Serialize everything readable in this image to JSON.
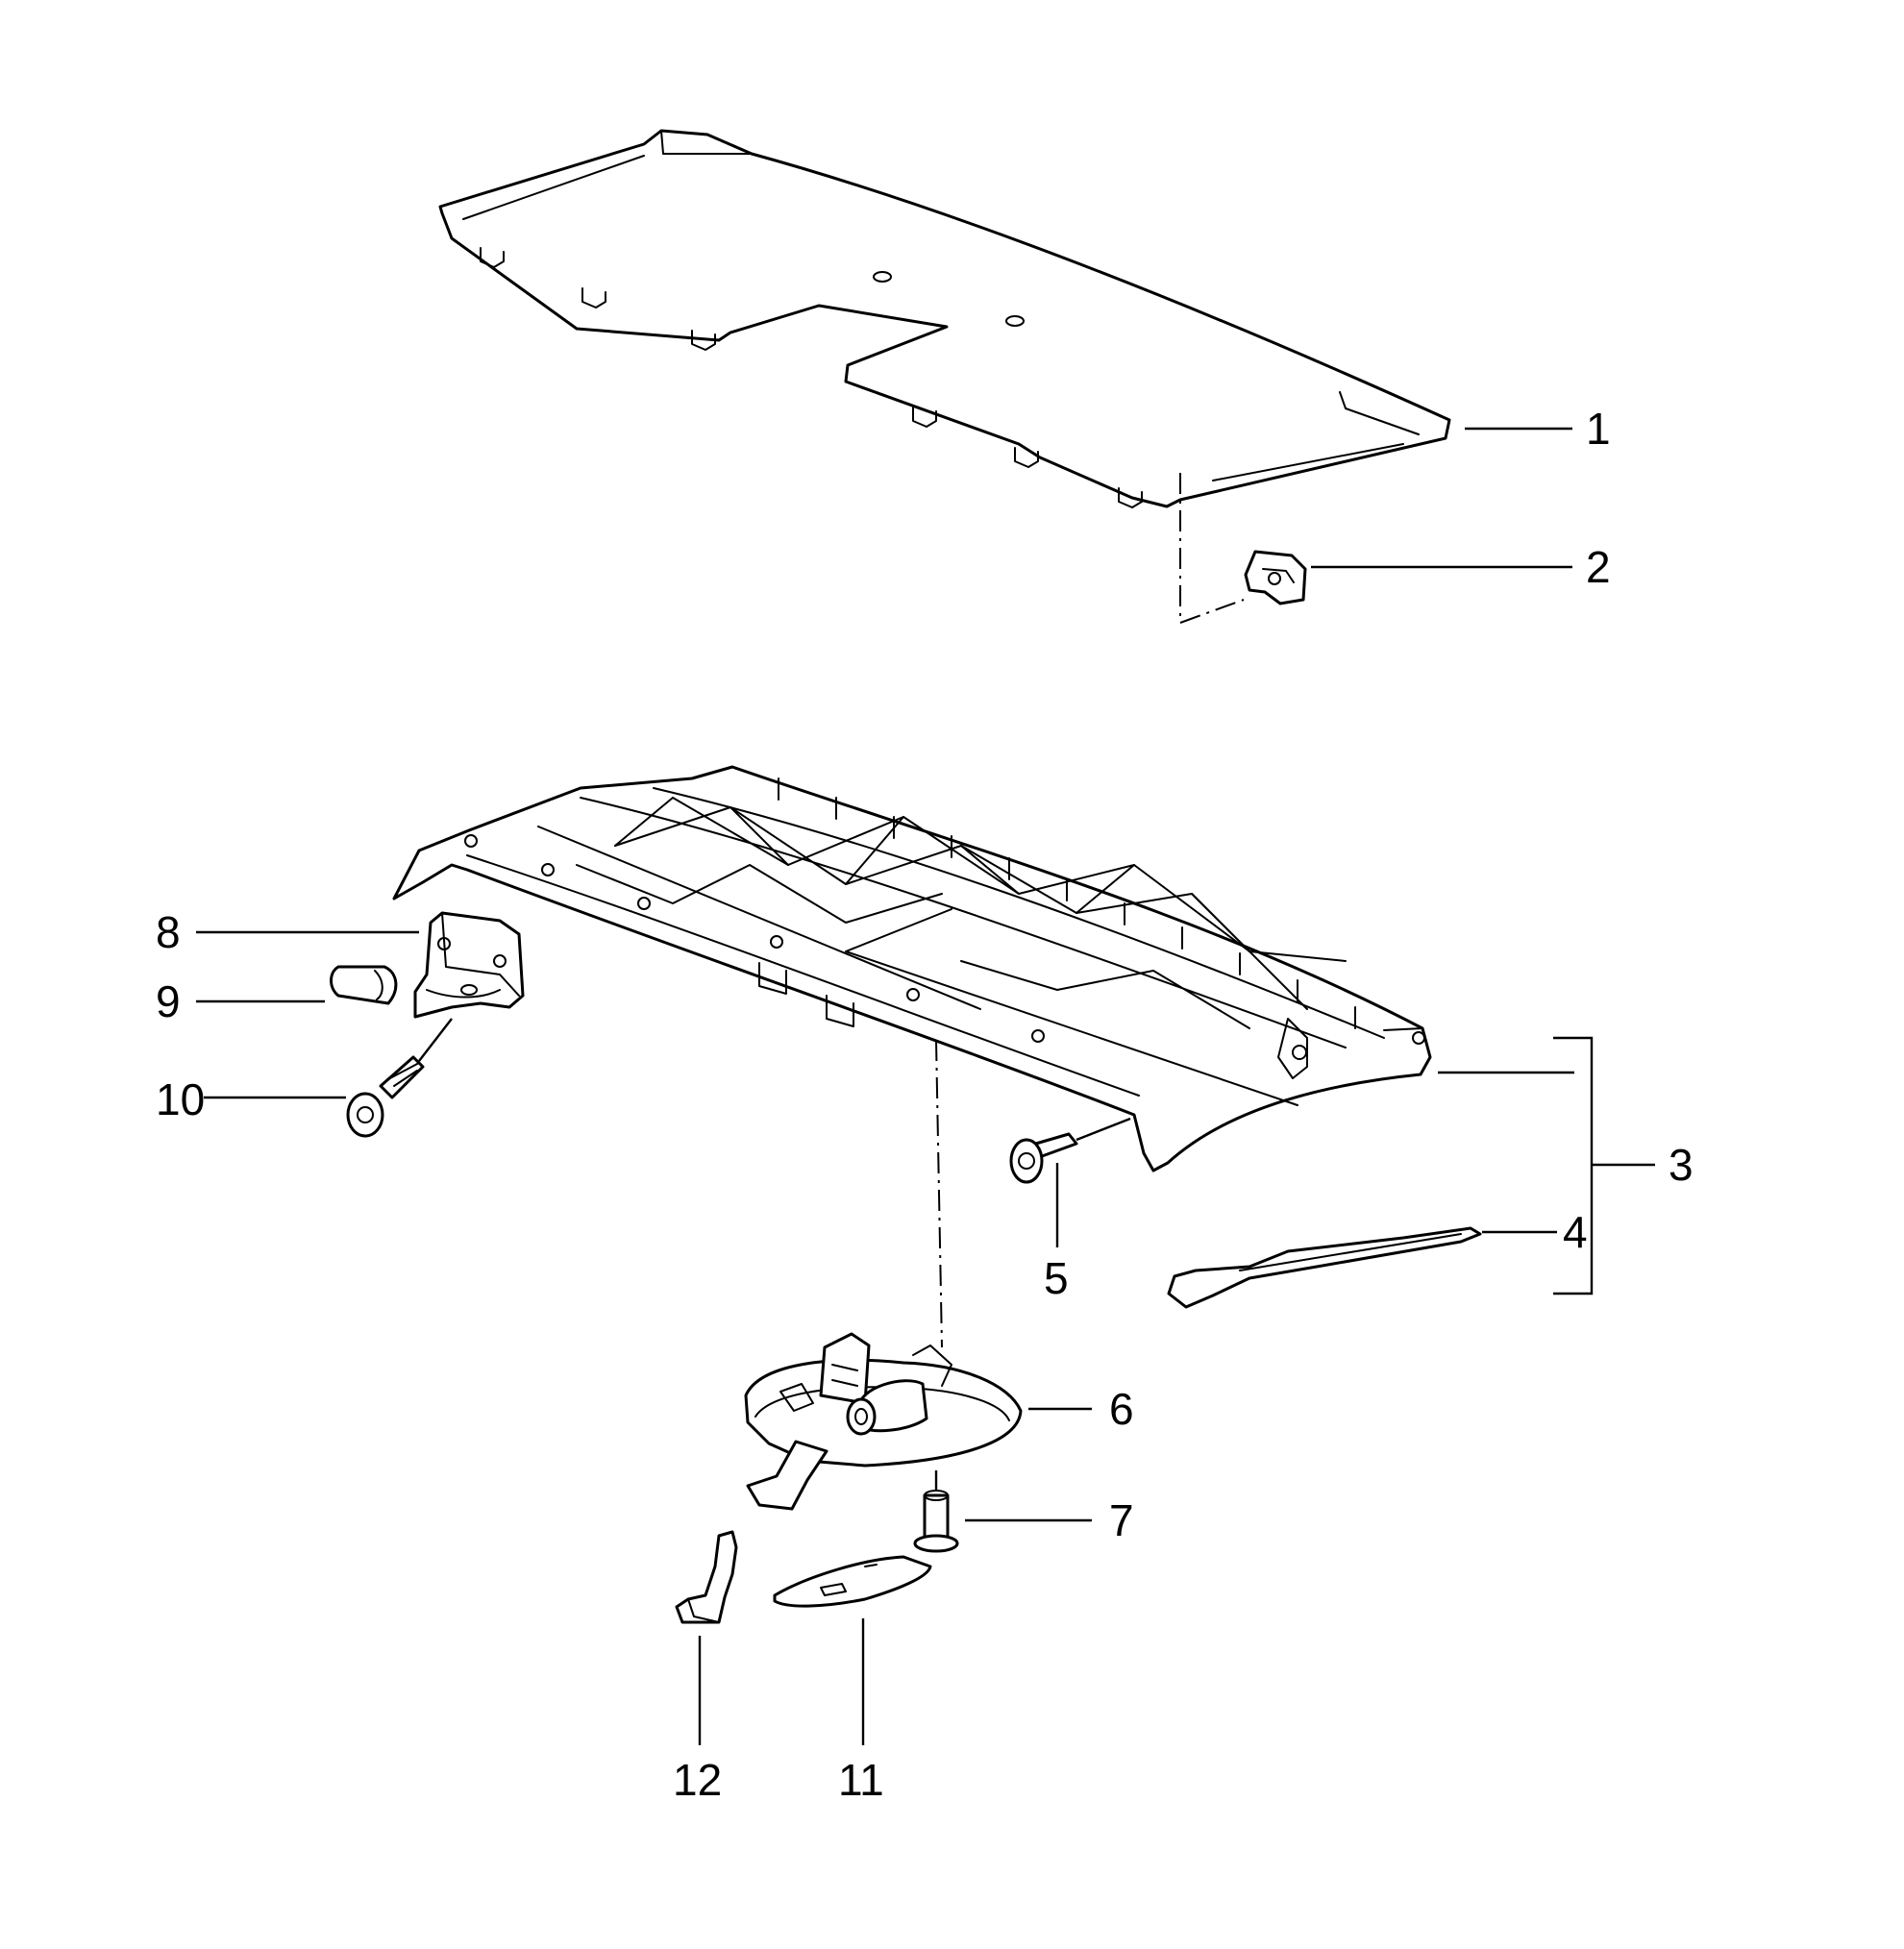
{
  "callouts": {
    "c1": "1",
    "c2": "2",
    "c3": "3",
    "c4": "4",
    "c5": "5",
    "c6": "6",
    "c7": "7",
    "c8": "8",
    "c9": "9",
    "c10": "10",
    "c11": "11",
    "c12": "12"
  },
  "line_color": "#000000",
  "background_color": "#ffffff"
}
